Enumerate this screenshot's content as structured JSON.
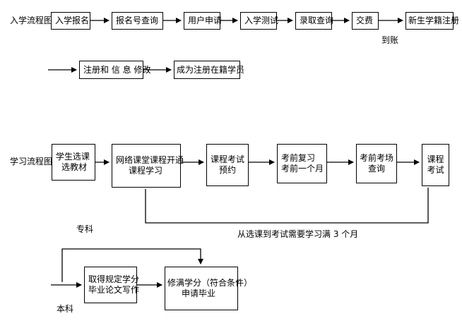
{
  "admission": {
    "title": "入学流程图:",
    "steps": [
      {
        "key": "enroll",
        "lines": [
          "入学报名"
        ]
      },
      {
        "key": "check-no",
        "lines": [
          "报名号查询"
        ]
      },
      {
        "key": "user-apply",
        "lines": [
          "用户申请"
        ]
      },
      {
        "key": "entrance-test",
        "lines": [
          "入学测试"
        ]
      },
      {
        "key": "admission-query",
        "lines": [
          "录取查询"
        ]
      },
      {
        "key": "pay",
        "lines": [
          "交费"
        ]
      },
      {
        "key": "registration",
        "lines": [
          "新生学籍注册"
        ]
      },
      {
        "key": "modify-info",
        "lines": [
          "注册和 信 息 修改"
        ]
      },
      {
        "key": "registered-student",
        "lines": [
          "成为注册在籍学员"
        ]
      }
    ],
    "arrival_label": "到账"
  },
  "study": {
    "title": "学习流程图:",
    "steps": [
      {
        "key": "select-course",
        "lines": [
          "学生选课",
          "选教材"
        ]
      },
      {
        "key": "online-class",
        "lines": [
          "网络课堂课程开通",
          "课程学习"
        ]
      },
      {
        "key": "exam-booking",
        "lines": [
          "课程考试",
          "预约"
        ]
      },
      {
        "key": "exam-review",
        "lines": [
          "考前复习",
          "考前一个月"
        ]
      },
      {
        "key": "exam-venue",
        "lines": [
          "考前考场",
          "查询"
        ]
      },
      {
        "key": "course-exam",
        "lines": [
          "课程",
          "考试"
        ]
      }
    ],
    "duration_note": "从选课到考试需要学习满 3 个月",
    "junior_label": "专科",
    "undergrad_label": "本科",
    "credits_box": {
      "lines": [
        "取得规定学分",
        "毕业论文写作"
      ]
    },
    "graduate_box": {
      "lines": [
        "修满学分（符合条件）",
        "申请毕业"
      ]
    }
  },
  "colors": {
    "line": "#000000",
    "background": "#ffffff"
  }
}
